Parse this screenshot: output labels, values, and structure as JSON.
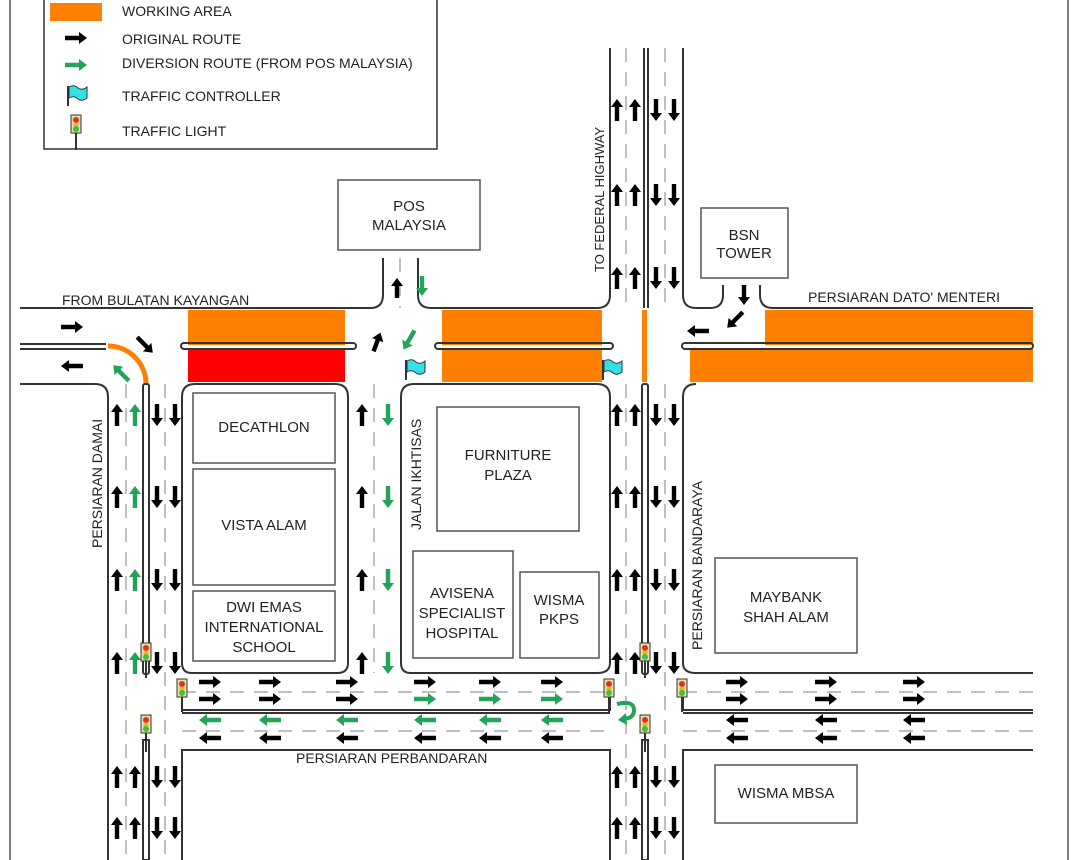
{
  "legend": {
    "items": [
      {
        "key": "working-area",
        "label": "WORKING AREA",
        "icon": "orange-rectangle"
      },
      {
        "key": "original-route",
        "label": "ORIGINAL ROUTE",
        "icon": "black-arrow"
      },
      {
        "key": "diversion-route",
        "label": "DIVERSION ROUTE (FROM POS MALAYSIA)",
        "icon": "green-arrow"
      },
      {
        "key": "traffic-controller",
        "label": "TRAFFIC CONTROLLER",
        "icon": "cyan-flag"
      },
      {
        "key": "traffic-light",
        "label": "TRAFFIC LIGHT",
        "icon": "traffic-light"
      }
    ]
  },
  "roads": {
    "from_bulatan_kayangan": "FROM BULATAN KAYANGAN",
    "to_federal_highway": "TO FEDERAL HIGHWAY",
    "persiaran_dato_menteri": "PERSIARAN DATO' MENTERI",
    "persiaran_damai": "PERSIARAN DAMAI",
    "jalan_ikhtisas": "JALAN IKHTISAS",
    "persiaran_bandaraya": "PERSIARAN BANDARAYA",
    "persiaran_perbandaran": "PERSIARAN PERBANDARAN"
  },
  "buildings": {
    "pos_malaysia": [
      "POS",
      "MALAYSIA"
    ],
    "bsn_tower": [
      "BSN",
      "TOWER"
    ],
    "decathlon": [
      "DECATHLON"
    ],
    "vista_alam": [
      "VISTA ALAM"
    ],
    "dwi_emas": [
      "DWI EMAS",
      "INTERNATIONAL",
      "SCHOOL"
    ],
    "furniture_plaza": [
      "FURNITURE",
      "PLAZA"
    ],
    "avisena": [
      "AVISENA",
      "SPECIALIST",
      "HOSPITAL"
    ],
    "wisma_pkps": [
      "WISMA",
      "PKPS"
    ],
    "maybank": [
      "MAYBANK",
      "SHAH ALAM"
    ],
    "wisma_mbsa": [
      "WISMA MBSA"
    ]
  },
  "colors": {
    "working_area": "#ff8000",
    "closed_area": "#ff0000",
    "original_route": "#000000",
    "diversion_route": "#22a35a",
    "traffic_controller": "#33e0e6",
    "road_line": "#333333",
    "lane_dash": "#aaaaaa"
  }
}
